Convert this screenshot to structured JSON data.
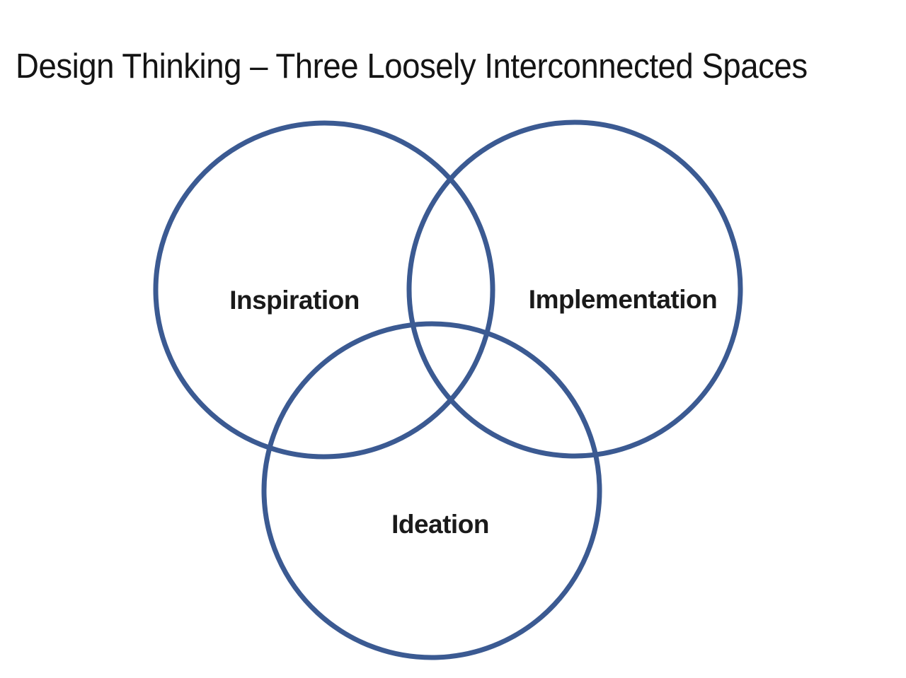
{
  "slide": {
    "title": "Design Thinking – Three Loosely Interconnected Spaces"
  },
  "venn": {
    "type": "venn-diagram",
    "description": "Three loosely interconnected overlapping circles, unfilled with blue outline",
    "stroke_color": "#3B5A92",
    "background_color": "#FFFFFF",
    "label_color": "#1A1A1A",
    "circles": [
      {
        "name": "inspiration",
        "label": "Inspiration",
        "position": "top-left"
      },
      {
        "name": "implementation",
        "label": "Implementation",
        "position": "top-right"
      },
      {
        "name": "ideation",
        "label": "Ideation",
        "position": "bottom-center"
      }
    ]
  }
}
